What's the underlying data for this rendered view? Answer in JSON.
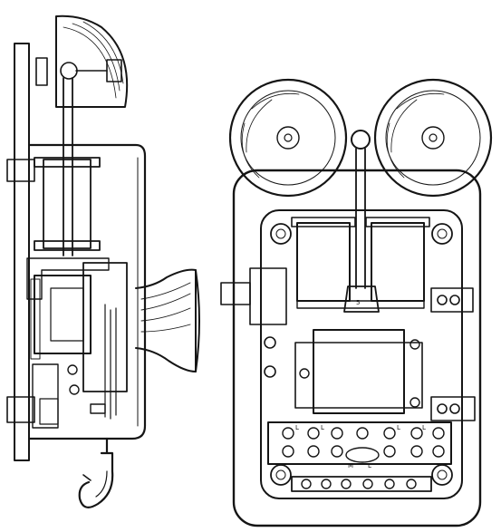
{
  "figure": {
    "side_view": {
      "subject": "bell-side-view"
    },
    "front_view": {
      "subject": "bell-front-view",
      "terminal_marks": [
        "L",
        "L",
        "L",
        "L",
        "M",
        "L"
      ],
      "armature_mark": "5"
    }
  }
}
